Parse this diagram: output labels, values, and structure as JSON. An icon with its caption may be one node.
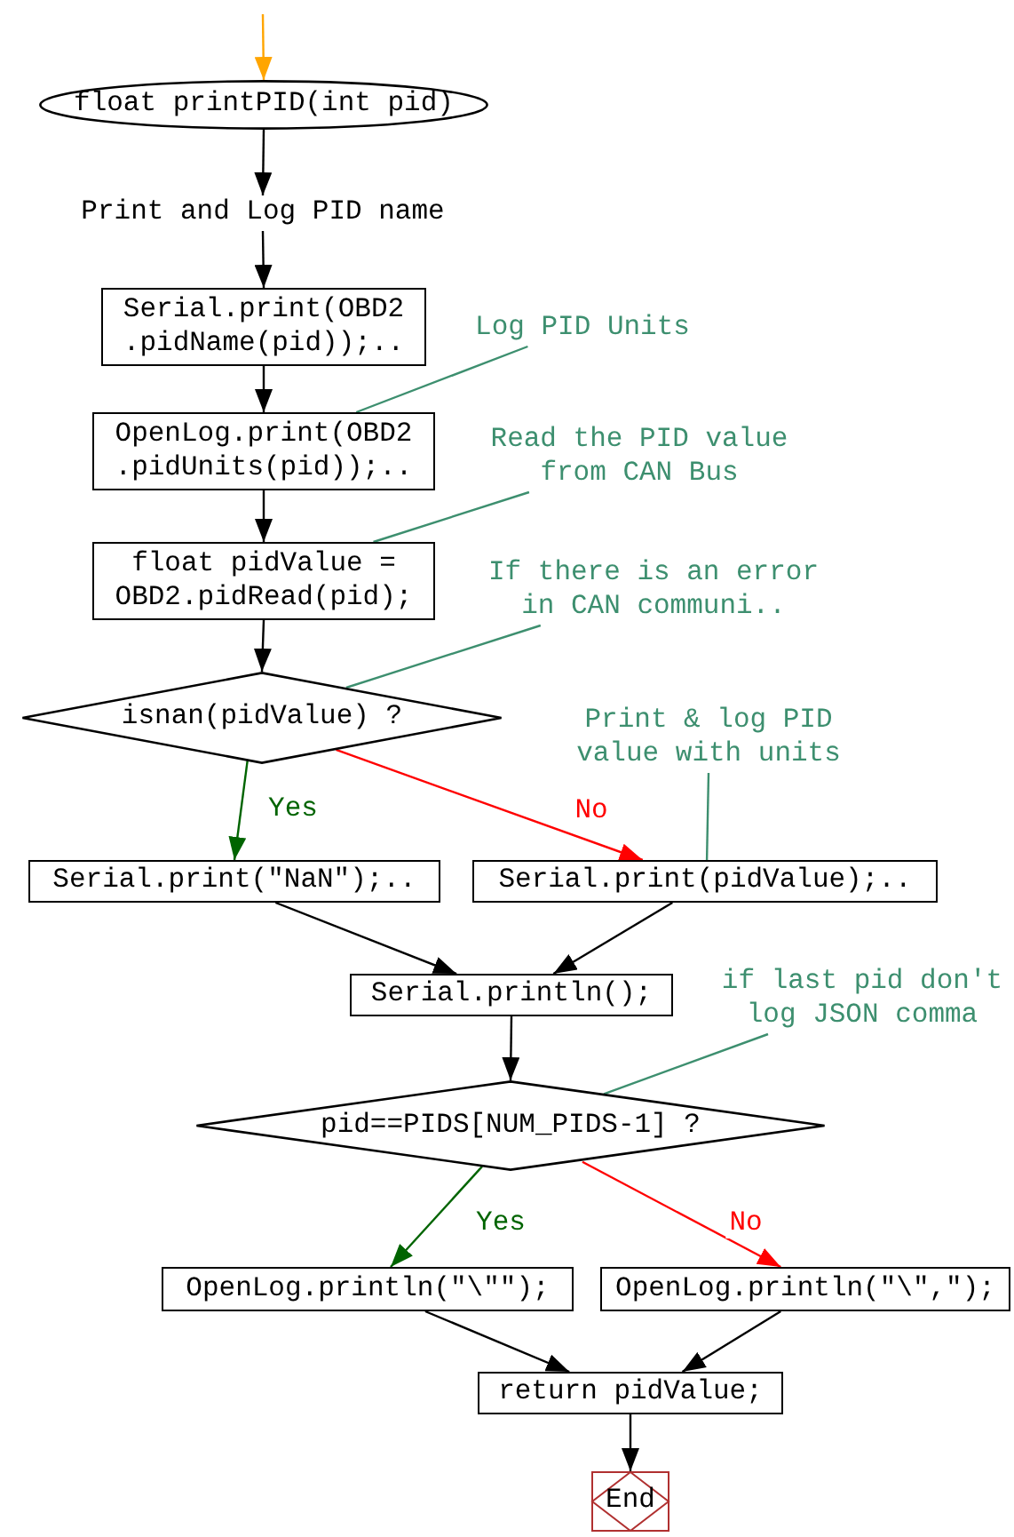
{
  "diagram": {
    "nodes": [
      {
        "text": [
          "float printPID(int pid)"
        ]
      },
      {
        "text": [
          "Print and Log PID name"
        ]
      },
      {
        "text": [
          "Serial.print(OBD2 .pidName(pid));.."
        ]
      },
      {
        "text": [
          "OpenLog.print(OBD2 .pidUnits(pid));.."
        ]
      },
      {
        "text": [
          "float pidValue = OBD2.pidRead(pid);"
        ]
      },
      {
        "text": [
          "isnan(pidValue) ?"
        ]
      },
      {
        "text": [
          "Serial.print(\"NaN\");.."
        ]
      },
      {
        "text": [
          "Serial.print(pidValue);.."
        ]
      },
      {
        "text": [
          "Serial.println();"
        ]
      },
      {
        "text": [
          "pid==PIDS[NUM_PIDS-1] ?"
        ]
      },
      {
        "text": [
          "OpenLog.println(\"\\\"\");"
        ]
      },
      {
        "text": [
          "OpenLog.println(\"\\\",\");"
        ]
      },
      {
        "text": [
          "return pidValue;"
        ]
      },
      {
        "text": [
          "End"
        ]
      },
      {
        "text": [
          "Log PID Units"
        ]
      },
      {
        "text": [
          "Read the PID value from CAN Bus"
        ]
      },
      {
        "text": [
          "If there is an error in CAN communi.."
        ]
      },
      {
        "text": [
          "Print & log PID value with units"
        ]
      },
      {
        "text": [
          "if last pid don't log JSON comma"
        ]
      }
    ],
    "edges": [
      {
        "from": null,
        "to": 0,
        "arrow": "to",
        "color": "#ffa500"
      },
      {
        "from": 0,
        "to": 1,
        "arrow": "to"
      },
      {
        "from": 1,
        "to": 2,
        "arrow": "to"
      },
      {
        "from": 2,
        "to": 3,
        "arrow": "to"
      },
      {
        "from": 3,
        "to": 4,
        "arrow": "to"
      },
      {
        "from": 4,
        "to": 5,
        "arrow": "to"
      },
      {
        "from": 5,
        "to": 6,
        "arrow": "to",
        "label": "Yes",
        "color": "#006400"
      },
      {
        "from": 5,
        "to": 7,
        "arrow": "to",
        "label": "No",
        "color": "#ff0000"
      },
      {
        "from": 6,
        "to": 8,
        "arrow": "to"
      },
      {
        "from": 7,
        "to": 8,
        "arrow": "to"
      },
      {
        "from": 8,
        "to": 9,
        "arrow": "to"
      },
      {
        "from": 9,
        "to": 10,
        "arrow": "to",
        "label": "Yes",
        "color": "#006400"
      },
      {
        "from": 9,
        "to": 11,
        "arrow": "to",
        "label": "No",
        "color": "#ff0000"
      },
      {
        "from": 10,
        "to": 12,
        "arrow": "to"
      },
      {
        "from": 11,
        "to": 12,
        "arrow": "to"
      },
      {
        "from": 12,
        "to": 13,
        "arrow": "to"
      },
      {
        "from": 14,
        "to": 3,
        "arrow": "none",
        "color": "#3d8f6f"
      },
      {
        "from": 15,
        "to": 4,
        "arrow": "none",
        "color": "#3d8f6f"
      },
      {
        "from": 16,
        "to": 5,
        "arrow": "none",
        "color": "#3d8f6f"
      },
      {
        "from": 17,
        "to": 7,
        "arrow": "none",
        "color": "#3d8f6f"
      },
      {
        "from": 18,
        "to": 9,
        "arrow": "none",
        "color": "#3d8f6f"
      }
    ]
  }
}
